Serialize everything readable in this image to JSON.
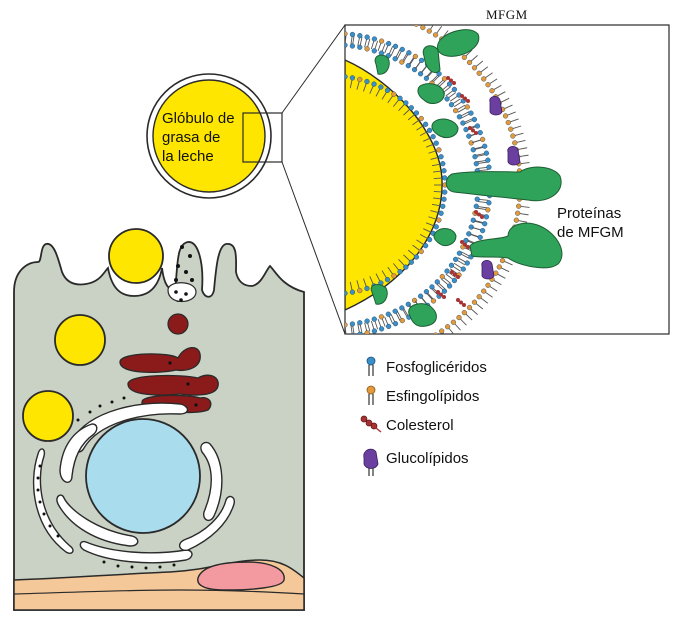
{
  "labels": {
    "globule_line1": "Glóbulo de",
    "globule_line2": "grasa de",
    "globule_line3": "la leche",
    "mfgm_title": "MFGM",
    "proteins_line1": "Proteínas",
    "proteins_line2": "de MFGM"
  },
  "legend": {
    "items": [
      {
        "label": "Fosfoglicéridos",
        "icon": "phospholipid-blue-icon",
        "color": "#3a8fc9"
      },
      {
        "label": "Esfingolípidos",
        "icon": "sphingolipid-orange-icon",
        "color": "#e39a3b"
      },
      {
        "label": "Colesterol",
        "icon": "cholesterol-red-icon",
        "color": "#a83232"
      },
      {
        "label": "Glucolípidos",
        "icon": "glycolipid-purple-icon",
        "color": "#6b3fa0"
      }
    ]
  },
  "colors": {
    "fat": "#ffe600",
    "cytoplasm": "#c9d2c4",
    "nucleus": "#a9dced",
    "golgi": "#8b1a1a",
    "protein": "#2fa35a",
    "basal": "#f5c89a",
    "basal_blob": "#f29aa0"
  }
}
